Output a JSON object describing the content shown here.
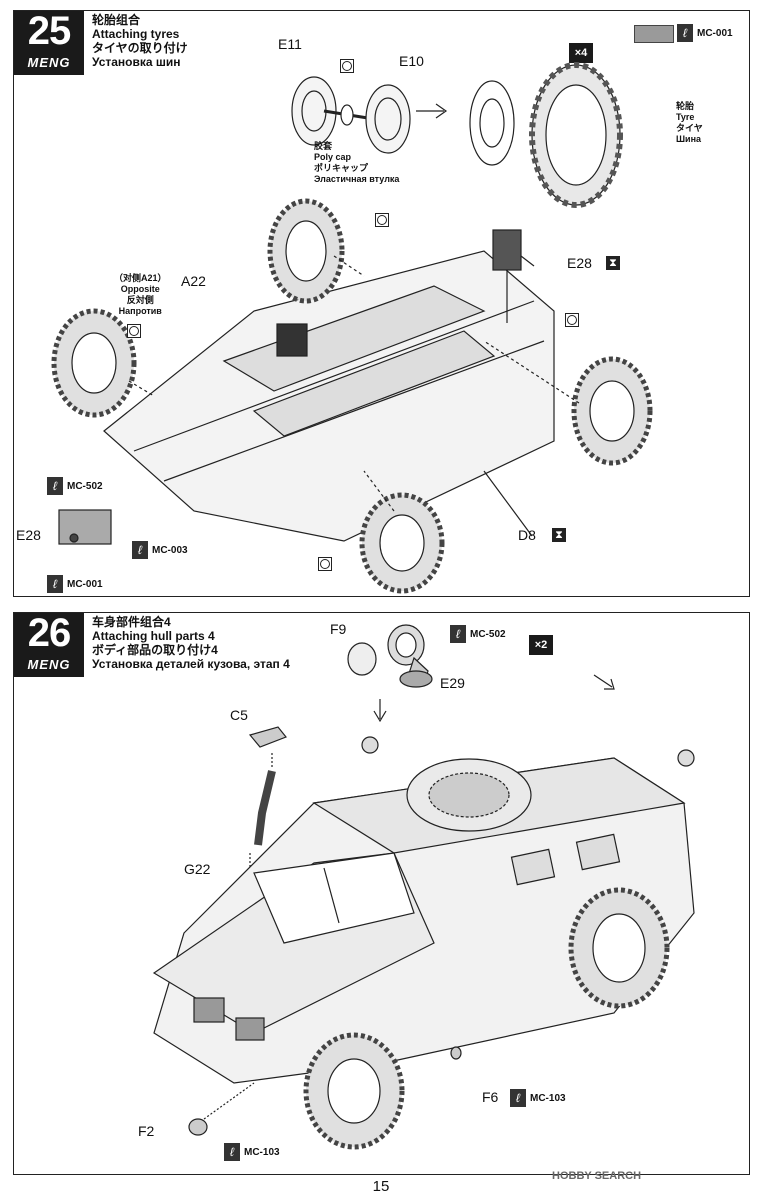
{
  "page_number": "15",
  "watermark": "HOBBY SEARCH",
  "brand": "MENG",
  "step25": {
    "number": "25",
    "title_cn": "轮胎组合",
    "title_en": "Attaching tyres",
    "title_jp": "タイヤの取り付け",
    "title_ru": "Установка шин",
    "multiplier": "×4",
    "paint_top": "MC-001",
    "parts": {
      "e11": "E11",
      "e10": "E10",
      "e28": "E28",
      "a22": "A22",
      "d8": "D8",
      "e28_left": "E28"
    },
    "polycap": {
      "cn": "胶套",
      "en": "Poly cap",
      "jp": "ポリキャップ",
      "ru": "Эластичная втулка"
    },
    "tyre": {
      "cn": "轮胎",
      "en": "Tyre",
      "jp": "タイヤ",
      "ru": "Шина"
    },
    "opposite": {
      "cn": "（对侧A21）",
      "en": "Opposite",
      "jp": "反対側",
      "ru": "Напротив"
    },
    "paint_left": [
      "MC-502",
      "MC-003",
      "MC-001"
    ]
  },
  "step26": {
    "number": "26",
    "title_cn": "车身部件组合4",
    "title_en": "Attaching hull parts 4",
    "title_jp": "ボディ部品の取り付け4",
    "title_ru": "Установка деталей кузова, этап 4",
    "multiplier": "×2",
    "parts": {
      "f9": "F9",
      "e29": "E29",
      "c5": "C5",
      "g22": "G22",
      "f6": "F6",
      "f2": "F2"
    },
    "paint": {
      "e29": "MC-502",
      "f6": "MC-103",
      "f2": "MC-103"
    }
  },
  "icons": [
    "step-badge",
    "paint-brush-icon",
    "no-glue-icon",
    "trim-icon",
    "arrow-icon"
  ]
}
